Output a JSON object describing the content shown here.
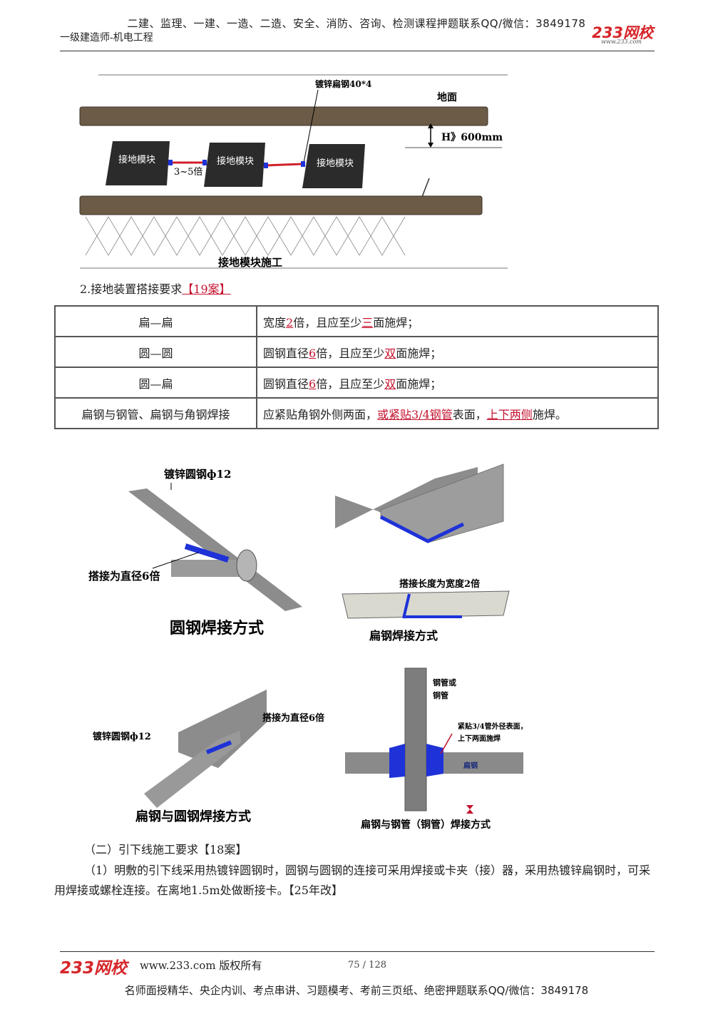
{
  "header": {
    "promo": "二建、监理、一建、一造、二造、安全、消防、咨询、检测课程押题联系QQ/微信：3849178",
    "subject": "一级建造师-机电工程",
    "logo": "233网校",
    "logo_url": "www.233.com"
  },
  "figure1": {
    "label_steel": "镀锌扁钢40*4",
    "label_ground": "地面",
    "label_depth": "H》600mm",
    "module_label": "接地模块",
    "label_spacing": "3~5倍",
    "caption": "接地模块施工"
  },
  "section2": {
    "title": "2.接地装置搭接要求",
    "mark": "【19案】"
  },
  "table": {
    "rows": [
      {
        "type": "扁—扁",
        "pre": "宽度",
        "n1": "2",
        "mid": "倍，且应至少",
        "n2": "三",
        "post": "面施焊；"
      },
      {
        "type": "圆—圆",
        "pre": "圆钢直径",
        "n1": "6",
        "mid": "倍，且应至少",
        "n2": "双",
        "post": "面施焊；"
      },
      {
        "type": "圆—扁",
        "pre": "圆钢直径",
        "n1": "6",
        "mid": "倍，且应至少",
        "n2": "双",
        "post": "面施焊；"
      }
    ],
    "last_row": {
      "type": "扁钢与钢管、扁钢与角钢焊接",
      "pre": "应紧贴角钢外侧两面，",
      "u1": "或紧贴3/4钢管",
      "mid": "表面，",
      "u2": "上下两侧",
      "post": "施焊。"
    }
  },
  "figure2": {
    "round_bar_label": "镀锌圆钢ф12",
    "round_overlap": "搭接为直径6倍",
    "round_caption": "圆钢焊接方式",
    "flat_overlap": "搭接长度为宽度2倍",
    "flat_caption": "扁钢焊接方式",
    "flat_round_bar": "镀锌圆钢ф12",
    "flat_round_overlap": "搭接为直径6倍",
    "flat_round_caption": "扁钢与圆钢焊接方式",
    "pipe_label_1": "钢管或",
    "pipe_label_2": "铜管",
    "pipe_note_1": "紧贴3/4管外径表面，",
    "pipe_note_2": "上下两面施焊",
    "pipe_flat": "扁钢",
    "pipe_caption": "扁钢与钢管（铜管）焊接方式"
  },
  "section3": {
    "title": "（二）引下线施工要求【18案】",
    "para": "（1）明敷的引下线采用热镀锌圆钢时，圆钢与圆钢的连接可采用焊接或卡夹（接）器，采用热镀锌扁钢时，可采用焊接或螺栓连接。在离地1.5m处做断接卡。【25年改】"
  },
  "footer": {
    "logo": "233网校",
    "site": "www.233.com 版权所有",
    "page": "75 / 128",
    "promo": "名师面授精华、央企内训、考点串讲、习题模考、考前三页纸、绝密押题联系QQ/微信：3849178"
  },
  "colors": {
    "accent": "#c4122e",
    "weld": "#1e32d8",
    "steel": "#8a8a8a"
  }
}
